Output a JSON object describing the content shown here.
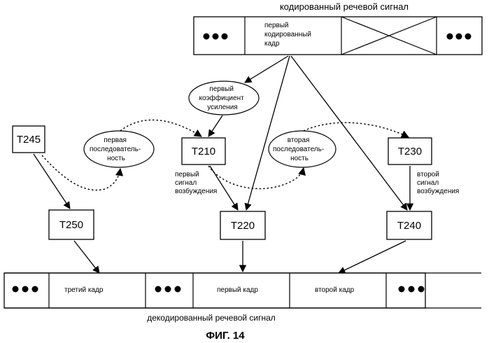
{
  "top": {
    "title": "кодированный речевой сигнал",
    "frame_label": [
      "первый",
      "кодированный",
      "кадр"
    ]
  },
  "ellipses": {
    "gain": [
      "первый",
      "коэффициент",
      "усиления"
    ],
    "seq1": [
      "первая",
      "последователь-",
      "ность"
    ],
    "seq2": [
      "вторая",
      "последователь-",
      "ность"
    ]
  },
  "boxes": {
    "t245": "T245",
    "t210": "T210",
    "t230": "T230",
    "t250": "T250",
    "t220": "T220",
    "t240": "T240"
  },
  "signals": {
    "first": [
      "первый",
      "сигнал",
      "возбуждения"
    ],
    "second": [
      "второй",
      "сигнал",
      "возбуждения"
    ]
  },
  "bottom": {
    "third_frame": "третий кадр",
    "first_frame": "первый кадр",
    "second_frame": "второй кадр",
    "title": "декодированный речевой сигнал"
  },
  "figure_caption": "ФИГ. 14"
}
